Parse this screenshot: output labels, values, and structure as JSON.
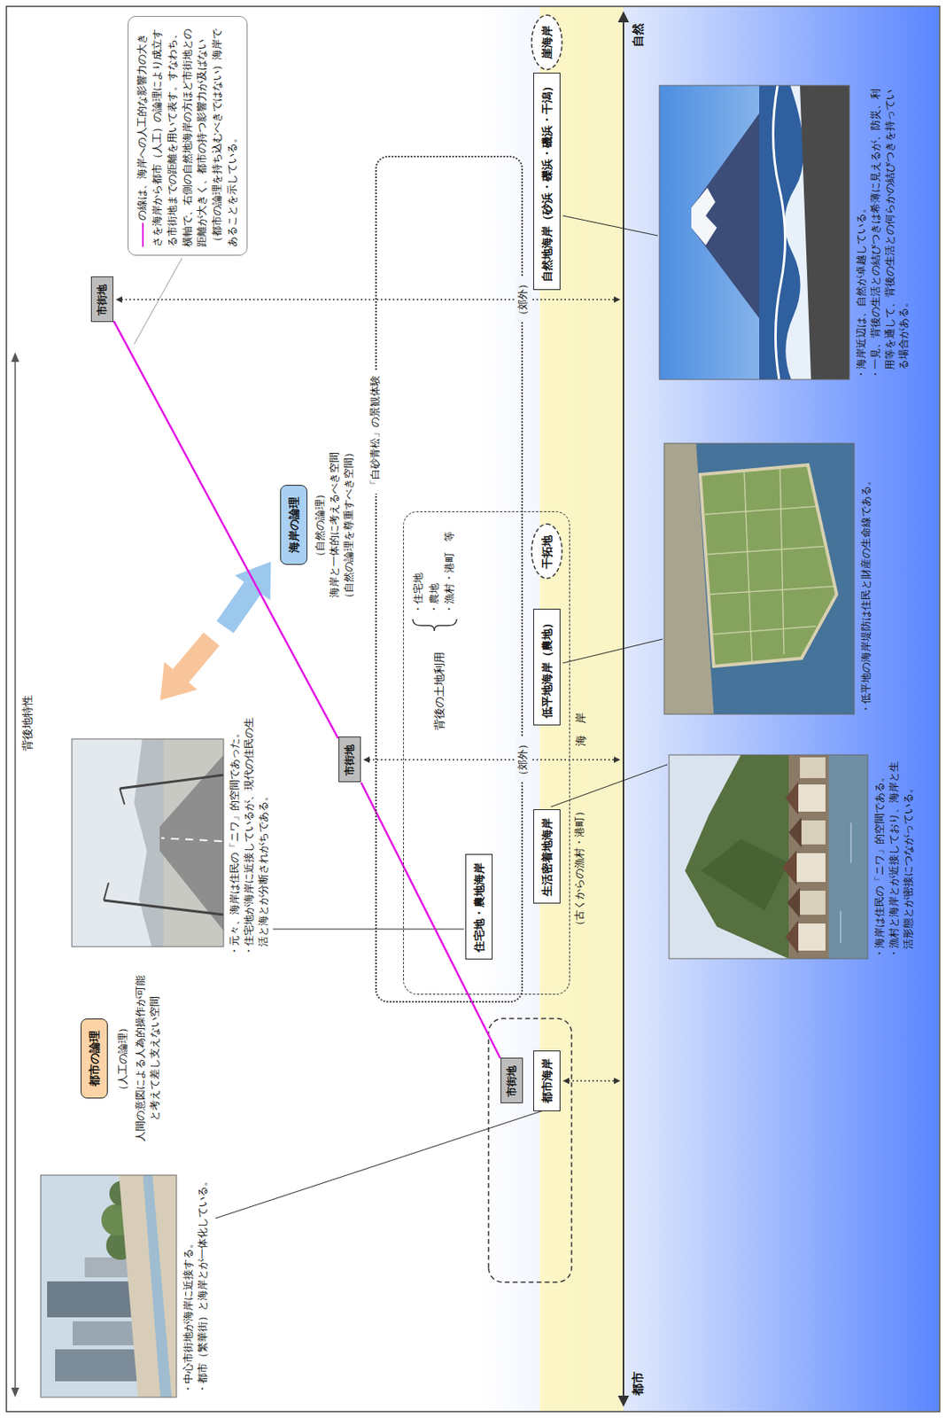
{
  "diagram": {
    "nodes": [
      {
        "text": [
          "都市の論理"
        ]
      },
      {
        "text": [
          "海岸の論理"
        ]
      },
      {
        "text": [
          "市街地"
        ]
      },
      {
        "text": [
          "市街地"
        ]
      },
      {
        "text": [
          "「白砂青松」の景観体験"
        ]
      },
      {
        "text": [
          "背後の土地利用",
          "・住宅地 ・農地 ・漁村・港町　等"
        ]
      },
      {
        "text": [
          "住宅地・農地海岸"
        ],
        "in": 5
      },
      {
        "text": [
          "生活密着地海岸"
        ],
        "in": 5
      },
      {
        "text": [
          "低平地海岸（農地）"
        ],
        "in": 5
      },
      {
        "text": [
          "干拓地"
        ],
        "in": 5
      },
      {
        "text": [
          "自然地海岸（砂浜・礫浜・磯浜・干潟）"
        ]
      },
      {
        "text": [
          "崖海岸"
        ]
      },
      {
        "text": [
          "市街地"
        ]
      },
      {
        "text": [
          "都市海岸"
        ]
      }
    ],
    "edges": [
      {
        "from": 12,
        "to": 3,
        "arrow": "none"
      },
      {
        "from": 3,
        "to": 2,
        "arrow": "none"
      }
    ],
    "labels": [
      "背後地特性",
      "（人工の論理）",
      "人間の意図による人為的操作が可能と考えて差し支えない空間",
      "（自然の論理）",
      "海岸と一体的に考えるべき空間",
      "（自然の論理を尊重すべき空間）",
      "（郊外）",
      "（郊外）",
      "海　岸",
      "（古くからの漁村・港町）",
      "都市",
      "自然",
      "・中心市街地が海岸に近接する。",
      "・都市（繁華街）と海岸とが一体化している。",
      "・元々、海岸は住民の「ニワ」的空間であった。",
      "・住宅地が海岸に近接しているが、現代の住民の生活と海とが分断されがちである。",
      "・海岸は住民の「ニワ」的空間である。",
      "・漁村と海岸とが近接しており、海岸と生活形態とが密接につながっている。",
      "・低平地の海岸堤防は住民と財産の生命線である。",
      "・海岸近辺は、自然が卓越している。",
      "・一見、背後の生活との結びつきは希薄に見えるが、防災、利用等を通して、背後の生活との何らかの結びつきを持っている場合がある。"
    ],
    "legend": [
      {
        "text": "の線は、海岸への人工的な影響力の大きさを海岸から都市（人工）の論理により成立する市街地までの距離を用いて表す。すなわち、横軸で、右側の自然地海岸の方ほど市街地との距離が大きく、都市の持つ影響力が及ばない（都市の論理を持ち込むべきではない）海岸であることを示している。"
      }
    ]
  }
}
